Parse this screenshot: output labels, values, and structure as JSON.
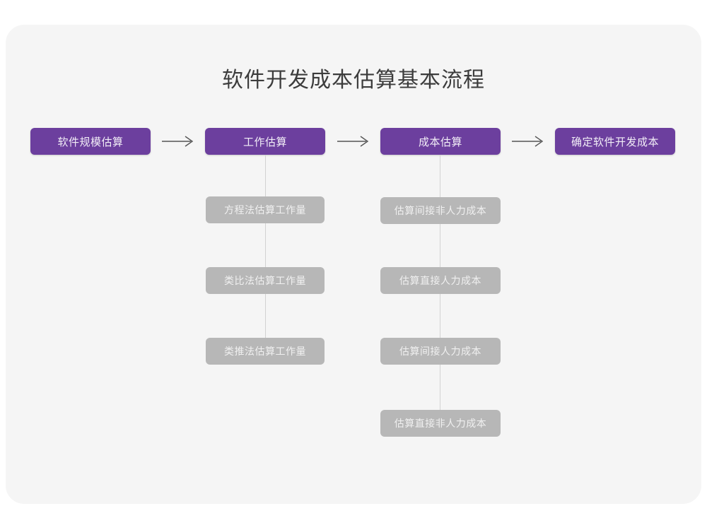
{
  "page": {
    "title": "软件开发成本估算基本流程",
    "background_color": "#ffffff",
    "card_color": "#f5f5f5"
  },
  "colors": {
    "primary": "#6c3f9e",
    "primary_text": "#f2eef7",
    "secondary": "#b7b7b7",
    "secondary_text": "#f0f0f0",
    "title_text": "#3c3c3c",
    "connector": "#d2d2d2",
    "arrow": "#555555"
  },
  "diagram": {
    "type": "flowchart",
    "stages": [
      {
        "id": "stage-1",
        "label": "软件规模估算",
        "substeps": []
      },
      {
        "id": "stage-2",
        "label": "工作估算",
        "substeps": [
          {
            "label": "方程法估算工作量"
          },
          {
            "label": "类比法估算工作量"
          },
          {
            "label": "类推法估算工作量"
          }
        ]
      },
      {
        "id": "stage-3",
        "label": "成本估算",
        "substeps": [
          {
            "label": "估算间接非人力成本"
          },
          {
            "label": "估算直接人力成本"
          },
          {
            "label": "估算间接人力成本"
          },
          {
            "label": "估算直接非人力成本"
          }
        ]
      },
      {
        "id": "stage-4",
        "label": "确定软件开发成本",
        "substeps": []
      }
    ],
    "connectors": [
      {
        "from": "stage-1",
        "to": "stage-2",
        "glyph": "arrow-right-icon"
      },
      {
        "from": "stage-2",
        "to": "stage-3",
        "glyph": "arrow-right-icon"
      },
      {
        "from": "stage-3",
        "to": "stage-4",
        "glyph": "arrow-right-icon"
      }
    ]
  }
}
